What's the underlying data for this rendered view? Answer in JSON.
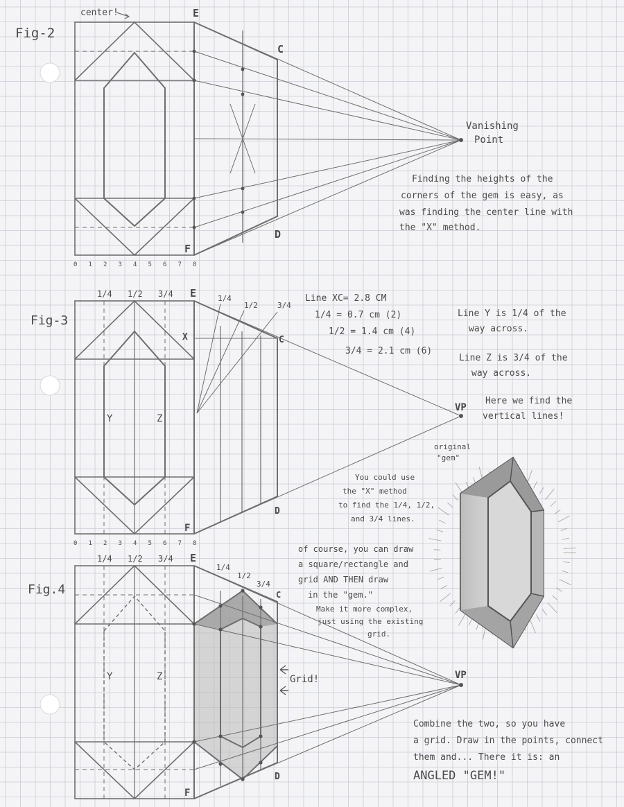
{
  "fig2": {
    "title": "Fig-2",
    "center_note": "center!",
    "label_e": "E",
    "label_c": "C",
    "label_d": "D",
    "label_f": "F",
    "vanishing_point_line1": "Vanishing",
    "vanishing_point_line2": "Point",
    "ruler": [
      "0",
      "1",
      "2",
      "3",
      "4",
      "5",
      "6",
      "7",
      "8"
    ],
    "note": [
      "Finding the heights of the",
      "corners of the gem is easy, as",
      "was finding the center line with",
      "the \"X\" method."
    ]
  },
  "fig3": {
    "title": "Fig-3",
    "top_labels": [
      "1/4",
      "1/2",
      "3/4"
    ],
    "label_e": "E",
    "label_x": "X",
    "label_c": "C",
    "label_d": "D",
    "label_f": "F",
    "label_y": "Y",
    "label_z": "Z",
    "label_vp": "VP",
    "diag_labels": [
      "1/4",
      "1/2",
      "3/4"
    ],
    "measurements": [
      "Line XC= 2.8 CM",
      "1/4 = 0.7 cm (2)",
      "1/2 = 1.4 cm (4)",
      "3/4 = 2.1 cm (6)"
    ],
    "note_y": [
      "Line Y is 1/4 of the",
      "way across."
    ],
    "note_z": [
      "Line Z is 3/4 of the",
      "way across."
    ],
    "note_vertical": [
      "Here we find the",
      "vertical lines!"
    ],
    "note_x_method": [
      "You could use",
      "the \"X\" method",
      "to find the 1/4, 1/2,",
      "and 3/4 lines."
    ],
    "ruler": [
      "0",
      "1",
      "2",
      "3",
      "4",
      "5",
      "6",
      "7",
      "8"
    ]
  },
  "original_gem": {
    "caption_line1": "original",
    "caption_line2": "\"gem\""
  },
  "fig4": {
    "title": "Fig.4",
    "top_labels": [
      "1/4",
      "1/2",
      "3/4"
    ],
    "label_e": "E",
    "label_c": "C",
    "label_d": "D",
    "label_f": "F",
    "label_y": "Y",
    "label_z": "Z",
    "label_vp": "VP",
    "diag_labels": [
      "1/4",
      "1/2",
      "3/4"
    ],
    "grid_note": "Grid!",
    "note_course": [
      "of course, you can draw",
      "a square/rectangle and",
      "grid AND THEN draw",
      "in the \"gem.\""
    ],
    "note_complex": [
      "Make it more complex,",
      "just using the existing",
      "grid."
    ],
    "note_combine": [
      "Combine the two, so you have",
      "a grid. Draw in the points, connect",
      "them and... There it is: an",
      "ANGLED \"GEM!\""
    ]
  },
  "colors": {
    "paper": "#f4f4f6",
    "grid": "#c9ccd6",
    "pencil": "#6e6e6e",
    "text": "#4a4a4a"
  }
}
